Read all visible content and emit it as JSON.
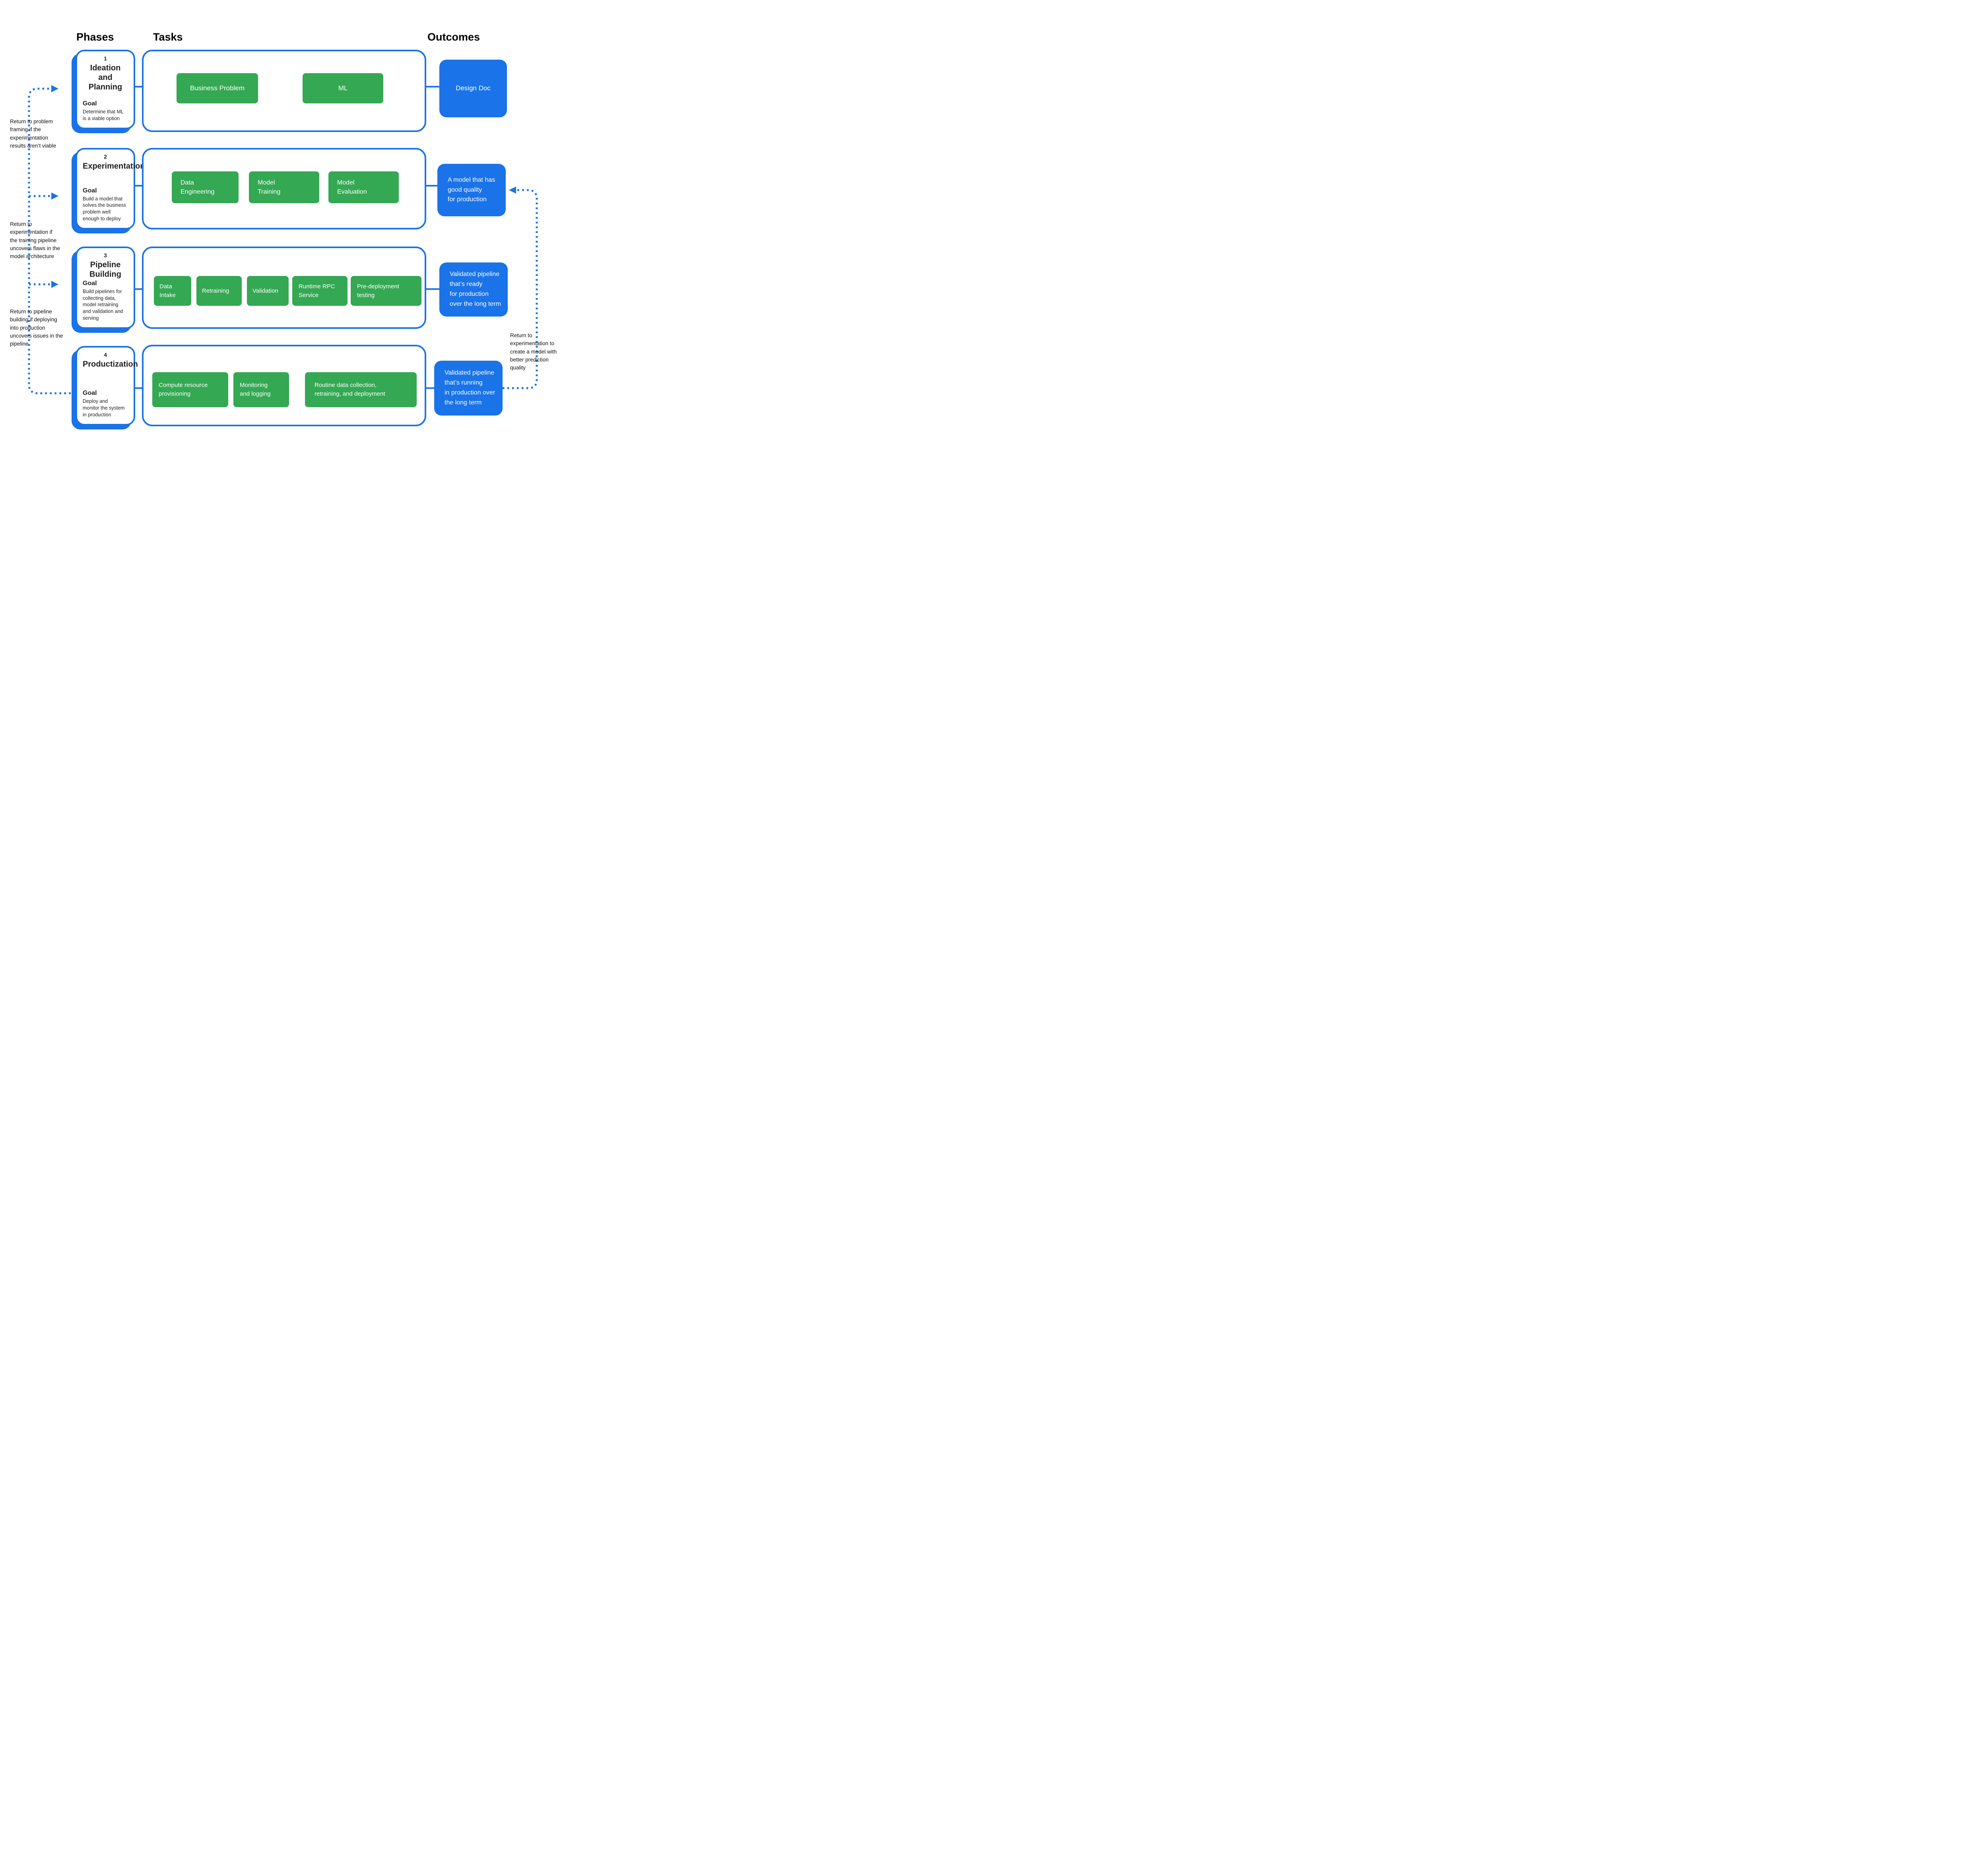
{
  "header": {
    "phases": "Phases",
    "tasks": "Tasks",
    "outcomes": "Outcomes"
  },
  "phases": [
    {
      "number": "1",
      "title": "Ideation and\nPlanning",
      "goal_label": "Goal",
      "goal": "Determine that ML\nis a viable option"
    },
    {
      "number": "2",
      "title": "Experimentation",
      "goal_label": "Goal",
      "goal": "Build a model that\nsolves the business\nproblem well\nenough to deploy"
    },
    {
      "number": "3",
      "title": "Pipeline Building",
      "goal_label": "Goal",
      "goal": "Build pipelines for\ncollecting data,\nmodel retraining\nand validation and\nserving"
    },
    {
      "number": "4",
      "title": "Productization",
      "goal_label": "Goal",
      "goal": "Deploy and\nmonitor the system\nin production"
    }
  ],
  "tasks": {
    "row1": {
      "business_problem": "Business Problem",
      "ml": "ML"
    },
    "row2": {
      "data_engineering": "Data\nEngineering",
      "model_training": "Model\nTraining",
      "model_evaluation": "Model\nEvaluation"
    },
    "row3": {
      "data_intake": "Data\nIntake",
      "retraining": "Retraining",
      "validation": "Validation",
      "runtime_rpc": "Runtime RPC\nService",
      "pre_deployment": "Pre-deployment\ntesting"
    },
    "row4": {
      "compute": "Compute resource\nprovisioning",
      "monitoring": "Monitoring\nand logging",
      "routine": "Routine data collection,\nretraining, and deployment"
    }
  },
  "outcomes": {
    "design_doc": "Design Doc",
    "model_quality": "A model that has\ngood quality\nfor production",
    "pipeline_ready": "Validated pipeline\nthat’s ready\nfor production\nover the long term",
    "pipeline_running": "Validated pipeline\nthat’s running\nin production over\nthe long term"
  },
  "annotations": {
    "return_problem_framing": "Return to problem\nframing if the\nexperimentation\nresults aren’t viable",
    "return_experimentation": "Return to\nexperimentation if\nthe training pipeline\nuncovers flaws in the\nmodel architecture",
    "return_pipeline_building": "Return to pipeline\nbuilding if deploying\ninto production\nuncovers issues in the\npipeline",
    "return_experimentation_quality": "Return to\nexperimentation to\ncreate a model with\nbetter prediction\nquality"
  },
  "colors": {
    "blue": "#1A73E8",
    "green": "#34A853",
    "text": "#1f1f1f"
  }
}
